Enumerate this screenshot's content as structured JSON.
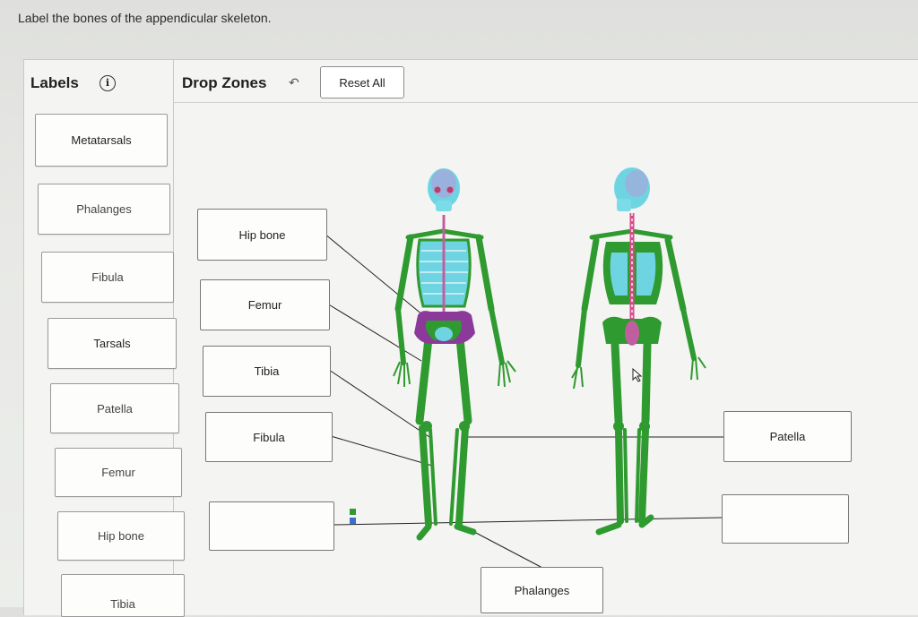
{
  "prompt": "Label the bones of the appendicular skeleton.",
  "labels_panel": {
    "title": "Labels",
    "items": [
      "Metatarsals",
      "Phalanges",
      "Fibula",
      "Tarsals",
      "Patella",
      "Femur",
      "Hip bone",
      "Tibia"
    ]
  },
  "drop_panel": {
    "title": "Drop Zones",
    "reset_label": "Reset All",
    "zones": {
      "hip_bone": "Hip bone",
      "femur": "Femur",
      "tibia": "Tibia",
      "fibula": "Fibula",
      "patella": "Patella",
      "empty_left": "",
      "empty_right": "",
      "phalanges": "Phalanges"
    }
  },
  "icons": {
    "info": "info-icon",
    "undo": "undo-icon",
    "cursor": "mouse-cursor-icon"
  },
  "colors": {
    "bone_green": "#2f9a2f",
    "skull_cyan": "#68d6e6",
    "pelvis_purple": "#8b3a9a"
  }
}
